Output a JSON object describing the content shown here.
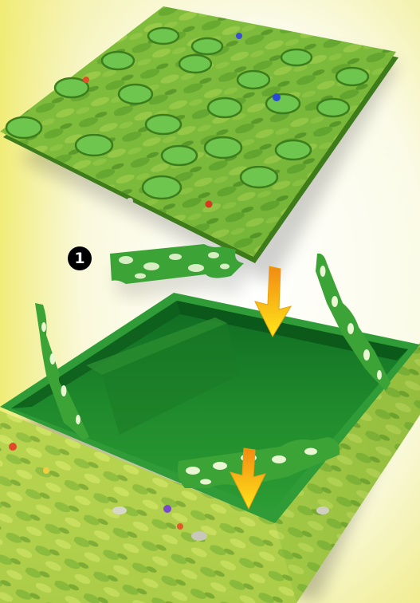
{
  "scene": {
    "step_number": "1",
    "colors": {
      "background_light": "#ffffff",
      "background_yellow": "#f2ee86",
      "board_green": "#79b83a",
      "board_dark_green": "#3e7b1a",
      "hole_green": "#69c04a",
      "box_inner_green": "#1f8a2c",
      "box_dark_green": "#0d5a1a",
      "arrow_yellow": "#ffe11a",
      "arrow_orange": "#f28a12",
      "spot_white": "#e8f6d2"
    },
    "objects": [
      {
        "name": "game-board-lid",
        "description_icon": "board-icon"
      },
      {
        "name": "divider-pieces",
        "description_icon": "puzzle-piece-icon"
      },
      {
        "name": "game-box-base",
        "description_icon": "box-icon"
      },
      {
        "name": "down-arrows",
        "description_icon": "arrow-down-icon"
      }
    ]
  }
}
